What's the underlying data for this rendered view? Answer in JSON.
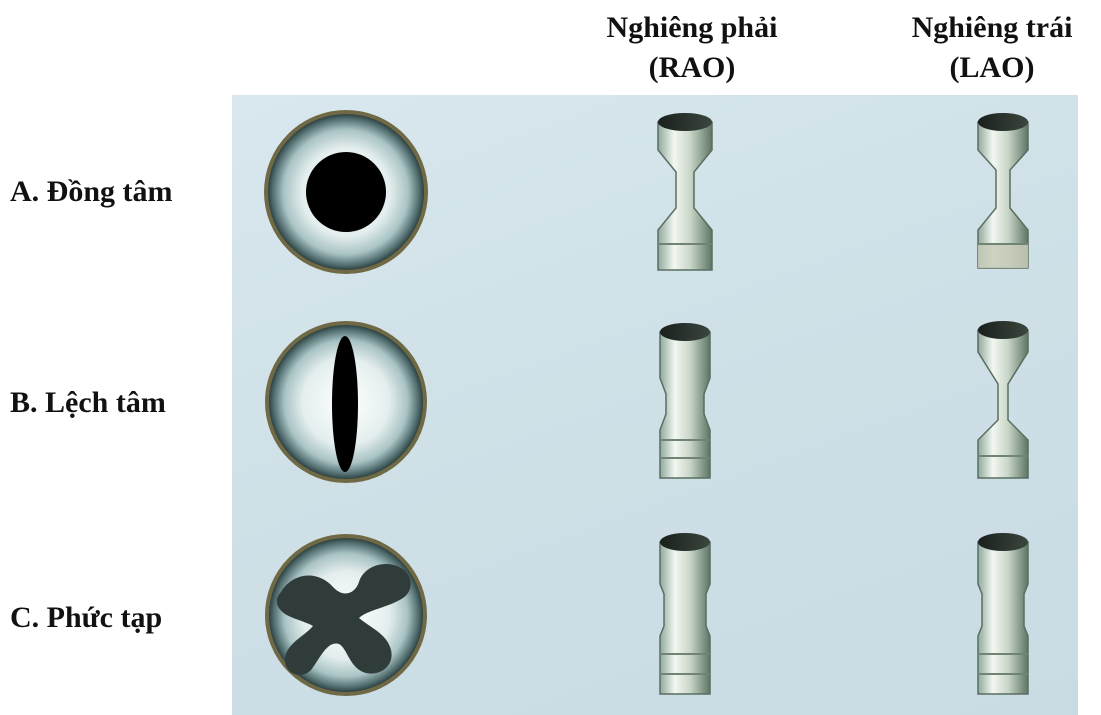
{
  "columns": [
    {
      "line1": "Nghiêng phải",
      "line2": "(RAO)"
    },
    {
      "line1": "Nghiêng trái",
      "line2": "(LAO)"
    }
  ],
  "rows": [
    {
      "label": "A. Đồng tâm"
    },
    {
      "label": "B. Lệch tâm"
    },
    {
      "label": "C. Phức tạp"
    }
  ],
  "colors": {
    "panel": "#d3e3ea",
    "vessel_ring": "#6f6a45",
    "lumen": "#000000",
    "plaque_dark": "#2f3c3a"
  }
}
